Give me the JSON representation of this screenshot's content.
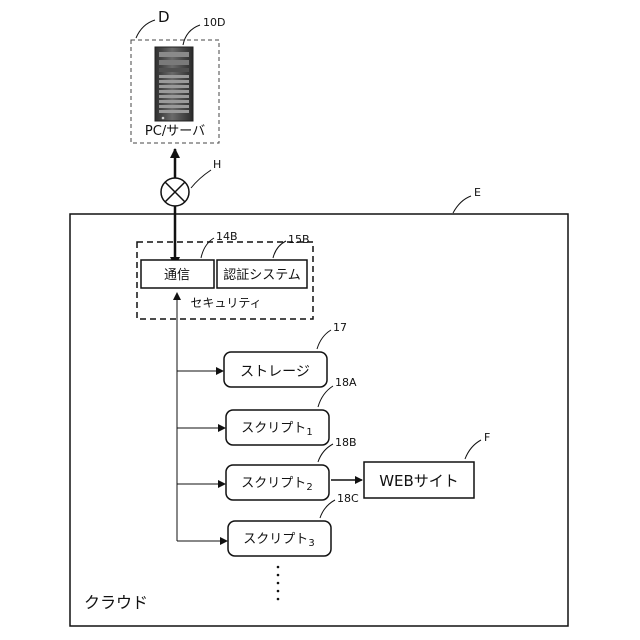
{
  "server_box": {
    "ref_label": "D",
    "device_ref": "10D",
    "caption": "PC/サーバ"
  },
  "connection": {
    "ref_label": "H"
  },
  "cloud": {
    "ref_label": "E",
    "caption": "クラウド"
  },
  "security": {
    "caption": "セキュリティ",
    "communication": {
      "label": "通信",
      "ref": "14B"
    },
    "auth": {
      "label": "認証システム",
      "ref": "15B"
    }
  },
  "storage": {
    "label": "ストレージ",
    "ref": "17"
  },
  "scripts": [
    {
      "label": "スクリプト",
      "index": "1",
      "ref": "18A"
    },
    {
      "label": "スクリプト",
      "index": "2",
      "ref": "18B"
    },
    {
      "label": "スクリプト",
      "index": "3",
      "ref": "18C"
    }
  ],
  "website": {
    "label": "WEBサイト",
    "ref": "F"
  },
  "colors": {
    "line": "#111111",
    "server_dark": "#3a3a3a",
    "server_mid": "#5e5e5e",
    "server_light": "#9a9a9a"
  }
}
